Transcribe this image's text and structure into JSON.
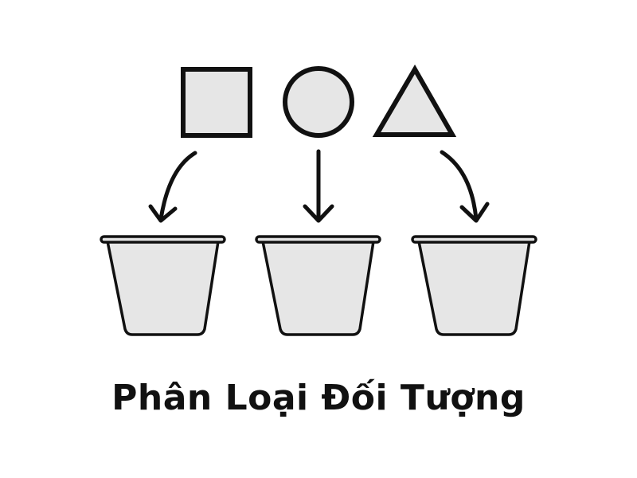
{
  "title": "Phân Loại Đối Tượng",
  "colors": {
    "stroke": "#111111",
    "fill": "#e6e6e6",
    "background": "#ffffff"
  },
  "shapes": [
    {
      "type": "square",
      "label": "square-shape"
    },
    {
      "type": "circle",
      "label": "circle-shape"
    },
    {
      "type": "triangle",
      "label": "triangle-shape"
    }
  ],
  "arrows": [
    {
      "direction": "curved-left-down"
    },
    {
      "direction": "straight-down"
    },
    {
      "direction": "curved-right-down"
    }
  ],
  "bins": [
    {
      "label": "bin-1"
    },
    {
      "label": "bin-2"
    },
    {
      "label": "bin-3"
    }
  ]
}
